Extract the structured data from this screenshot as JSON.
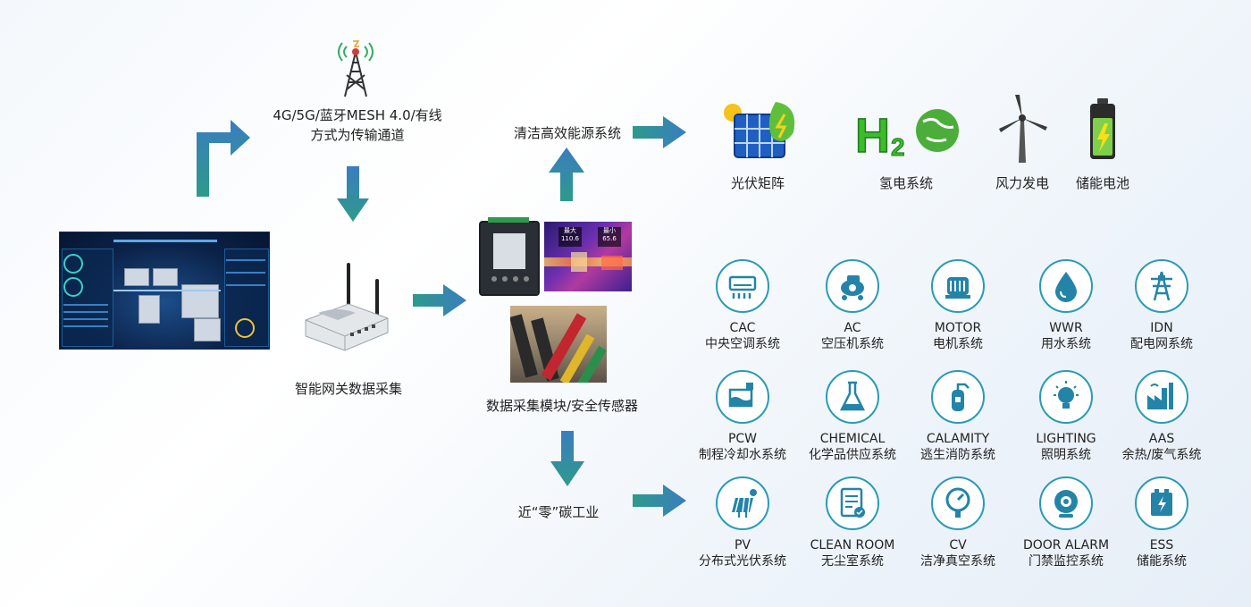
{
  "transmission": {
    "line1": "4G/5G/蓝牙MESH 4.0/有线",
    "line2": "方式为传输通道"
  },
  "gateway_label": "智能网关数据采集",
  "module_label": "数据采集模块/安全传感器",
  "clean_energy_label": "清洁高效能源系统",
  "zero_carbon_label": "近“零”碳工业",
  "thermal": {
    "max_label": "最大",
    "max_value": "110.6",
    "min_label": "最小",
    "min_value": "65.6"
  },
  "energy_items": [
    {
      "label": "光伏矩阵",
      "icon": "solar-panel-icon"
    },
    {
      "label": "氢电系统",
      "icon": "h2-earth-icon"
    },
    {
      "label": "风力发电",
      "icon": "wind-turbine-icon"
    },
    {
      "label": "储能电池",
      "icon": "battery-icon"
    }
  ],
  "systems": [
    {
      "en": "CAC",
      "cn": "中央空调系统",
      "icon": "air-conditioner-icon"
    },
    {
      "en": "AC",
      "cn": "空压机系统",
      "icon": "air-compressor-icon"
    },
    {
      "en": "MOTOR",
      "cn": "电机系统",
      "icon": "motor-icon"
    },
    {
      "en": "WWR",
      "cn": "用水系统",
      "icon": "water-drop-icon"
    },
    {
      "en": "IDN",
      "cn": "配电网系统",
      "icon": "power-tower-icon"
    },
    {
      "en": "PCW",
      "cn": "制程冷却水系统",
      "icon": "cooling-water-icon"
    },
    {
      "en": "CHEMICAL",
      "cn": "化学品供应系统",
      "icon": "flask-icon"
    },
    {
      "en": "CALAMITY",
      "cn": "逃生消防系统",
      "icon": "fire-extinguisher-icon"
    },
    {
      "en": "LIGHTING",
      "cn": "照明系统",
      "icon": "lightbulb-icon"
    },
    {
      "en": "AAS",
      "cn": "余热/废气系统",
      "icon": "factory-icon"
    },
    {
      "en": "PV",
      "cn": "分布式光伏系统",
      "icon": "pv-panel-icon"
    },
    {
      "en": "CLEAN  ROOM",
      "cn": "无尘室系统",
      "icon": "checklist-icon"
    },
    {
      "en": "CV",
      "cn": "洁净真空系统",
      "icon": "vacuum-gauge-icon"
    },
    {
      "en": "DOOR  ALARM",
      "cn": "门禁监控系统",
      "icon": "camera-icon"
    },
    {
      "en": "ESS",
      "cn": "储能系统",
      "icon": "storage-battery-icon"
    }
  ],
  "colors": {
    "arrow_start": "#2e9a8a",
    "arrow_end": "#3a7dc0",
    "icon_ring": "#2a9bb4",
    "icon_fill": "#2384a8"
  }
}
